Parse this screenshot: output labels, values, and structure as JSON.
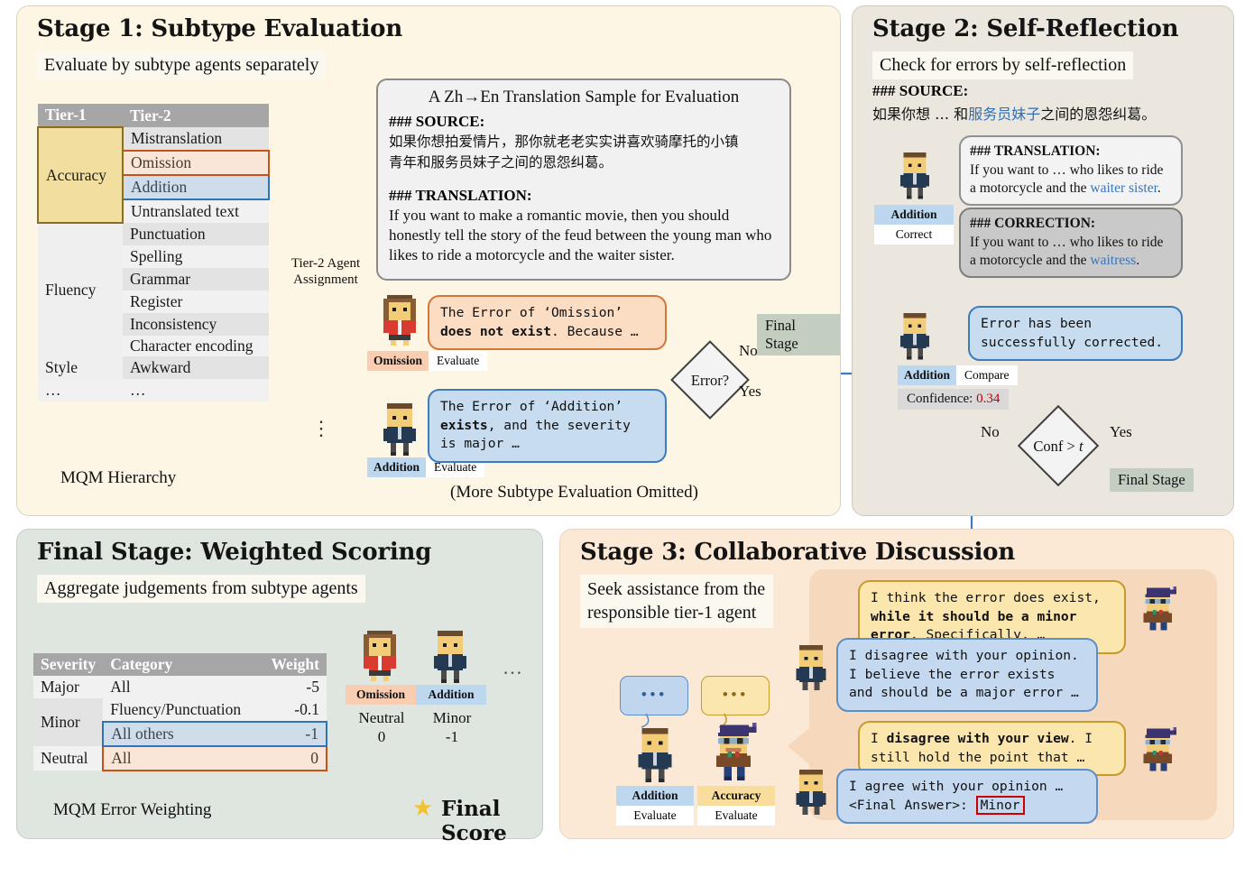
{
  "stage1": {
    "title": "Stage 1: Subtype Evaluation",
    "subtitle": "Evaluate by subtype agents separately",
    "mqm_caption": "MQM Hierarchy",
    "omitted_note": "(More Subtype Evaluation Omitted)",
    "assignment_label_line1": "Tier-2 Agent",
    "assignment_label_line2": "Assignment",
    "table": {
      "headers": [
        "Tier-1",
        "Tier-2"
      ],
      "rows": [
        {
          "tier1": "Accuracy",
          "tier1_rowspan": 4,
          "tier2": "Mistranslation",
          "highlight": ""
        },
        {
          "tier1": "",
          "tier2": "Omission",
          "highlight": "omission"
        },
        {
          "tier1": "",
          "tier2": "Addition",
          "highlight": "addition"
        },
        {
          "tier1": "",
          "tier2": "Untranslated text",
          "highlight": ""
        },
        {
          "tier1": "Fluency",
          "tier1_rowspan": 6,
          "tier2": "Punctuation",
          "highlight": ""
        },
        {
          "tier1": "",
          "tier2": "Spelling",
          "highlight": ""
        },
        {
          "tier1": "",
          "tier2": "Grammar",
          "highlight": ""
        },
        {
          "tier1": "",
          "tier2": "Register",
          "highlight": ""
        },
        {
          "tier1": "",
          "tier2": "Inconsistency",
          "highlight": ""
        },
        {
          "tier1": "",
          "tier2": "Character encoding",
          "highlight": ""
        },
        {
          "tier1": "Style",
          "tier1_rowspan": 1,
          "tier2": "Awkward",
          "highlight": ""
        },
        {
          "tier1": "…",
          "tier1_rowspan": 1,
          "tier2": "…",
          "highlight": ""
        }
      ]
    },
    "sample": {
      "title": "A Zh→En Translation Sample for Evaluation",
      "source_head": "### SOURCE:",
      "source_text_line1": "如果你想拍爱情片，那你就老老实实讲喜欢骑摩托的小镇",
      "source_text_line2": "青年和服务员妹子之间的恩怨纠葛。",
      "translation_head": "### TRANSLATION:",
      "translation_text": "If you want to make a romantic movie, then you should honestly tell the story of the feud between the young man who likes to ride a motorcycle and the waiter sister."
    },
    "omission_bubble": {
      "part1": "The Error of ‘Omission’",
      "bold": "does not exist",
      "part2": ". Because …"
    },
    "addition_bubble": {
      "part1": "The Error of ‘Addition’",
      "bold": "exists",
      "part2": ", and the severity is major …"
    },
    "agents": {
      "omission_tag": "Omission",
      "omission_action": "Evaluate",
      "addition_tag": "Addition",
      "addition_action": "Evaluate"
    },
    "decision": {
      "label": "Error?",
      "no": "No",
      "yes": "Yes",
      "final_stage": "Final Stage"
    }
  },
  "stage2": {
    "title": "Stage 2: Self-Reflection",
    "subtitle": "Check for errors by self-reflection",
    "source_head": "### SOURCE:",
    "source_prefix": "如果你想 … 和",
    "source_blue": "服务员妹子",
    "source_suffix": "之间的恩怨纠葛。",
    "translation_box": {
      "head": "### TRANSLATION:",
      "line1": "If you want to … who likes to ride",
      "line2_prefix": "a motorcycle and the ",
      "line2_blue": "waiter sister",
      "line2_suffix": "."
    },
    "correction_box": {
      "head": "### CORRECTION:",
      "line1": "If you want to … who likes to ride",
      "line2_prefix": "a motorcycle and the ",
      "line2_blue": "waitress",
      "line2_suffix": "."
    },
    "agent_correct": {
      "tag": "Addition",
      "action": "Correct"
    },
    "corrected_bubble_line1": "Error has been",
    "corrected_bubble_line2": "successfully corrected.",
    "agent_compare": {
      "tag": "Addition",
      "action": "Compare"
    },
    "confidence_label": "Confidence: ",
    "confidence_value": "0.34",
    "decision": {
      "label": "Conf > t",
      "label_plain": "Conf >",
      "label_italic": "t",
      "no": "No",
      "yes": "Yes",
      "final_stage": "Final Stage"
    }
  },
  "final_stage": {
    "title": "Final Stage: Weighted Scoring",
    "subtitle": "Aggregate judgements from subtype agents",
    "caption": "MQM Error Weighting",
    "table": {
      "headers": [
        "Severity",
        "Category",
        "Weight"
      ],
      "rows": [
        {
          "severity": "Major",
          "category": "All",
          "weight": "-5",
          "highlight": ""
        },
        {
          "severity": "Minor",
          "category": "Fluency/Punctuation",
          "weight": "-0.1",
          "highlight": ""
        },
        {
          "severity": "",
          "category": "All others",
          "weight": "-1",
          "highlight": "addition"
        },
        {
          "severity": "Neutral",
          "category": "All",
          "weight": "0",
          "highlight": "omission"
        }
      ]
    },
    "agents": [
      {
        "tag": "Omission",
        "severity": "Neutral",
        "score": "0"
      },
      {
        "tag": "Addition",
        "severity": "Minor",
        "score": "-1"
      }
    ],
    "more_ellipsis": "…",
    "final_score_label": "Final Score"
  },
  "stage3": {
    "title": "Stage 3: Collaborative Discussion",
    "subtitle_line1": "Seek assistance from the",
    "subtitle_line2": "responsible tier-1 agent",
    "agents": [
      {
        "tag": "Addition",
        "action": "Evaluate"
      },
      {
        "tag": "Accuracy",
        "action": "Evaluate"
      }
    ],
    "mini_bubble_dots": "•••",
    "messages": [
      {
        "speaker": "accuracy",
        "style": "yellow",
        "line1": "I think the error does exist,",
        "bold": "while it should be a minor error",
        "line3": ". Specifically, …"
      },
      {
        "speaker": "addition",
        "style": "blue",
        "line1": "I disagree with your opinion.",
        "line2": "I believe the error exists",
        "line3": "and should be a major error …"
      },
      {
        "speaker": "accuracy",
        "style": "yellow",
        "prefix": "I ",
        "bold": "disagree with your view",
        "line1": ". I",
        "line2": "still hold the point that …"
      },
      {
        "speaker": "addition",
        "style": "blue",
        "line1": "I agree with your opinion …",
        "line2_prefix": "<Final Answer>: ",
        "answer": "Minor"
      }
    ]
  },
  "colors": {
    "stage1_bg": "#fdf6e4",
    "stage2_bg": "#ebe6de",
    "final_bg": "#dfe5df",
    "stage3_bg": "#fbe9d6",
    "orange": "#c2541a",
    "blue": "#2f73b8",
    "yellow": "#c79a2c",
    "red": "#c00000",
    "badge_green": "#c3cdc0"
  }
}
